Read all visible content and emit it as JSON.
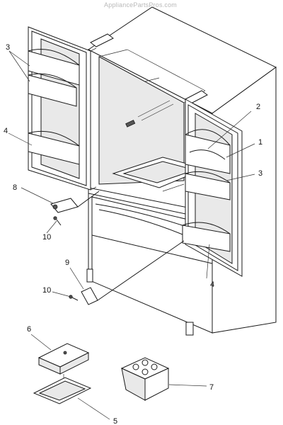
{
  "watermark": "AppliancePartsPros.com",
  "callouts": {
    "c1": "1",
    "c2": "2",
    "c3_left": "3",
    "c3_right": "3",
    "c4_left": "4",
    "c4_right": "4",
    "c5": "5",
    "c6": "6",
    "c7": "7",
    "c8": "8",
    "c9": "9",
    "c10_upper": "10",
    "c10_lower": "10"
  }
}
